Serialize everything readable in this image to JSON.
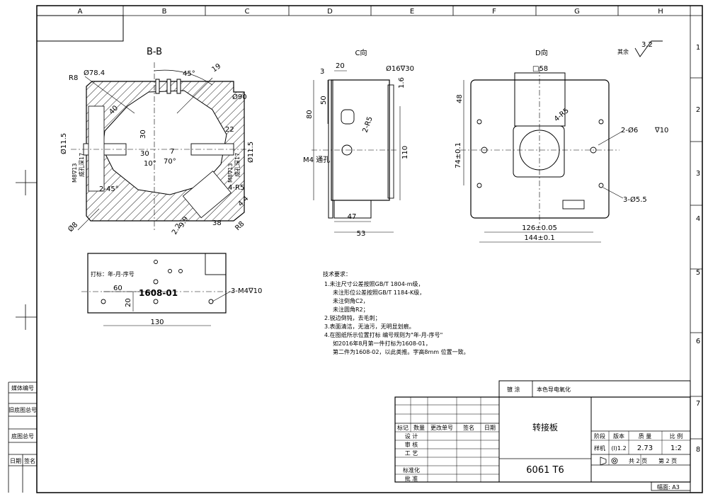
{
  "frame": {
    "columns": [
      "A",
      "B",
      "C",
      "D",
      "E",
      "F",
      "G",
      "H"
    ],
    "rows": [
      "1",
      "2",
      "3",
      "4",
      "5",
      "6",
      "7",
      "8"
    ]
  },
  "side_labels": [
    "媒体编号",
    "旧底图总号",
    "底图总号",
    "日期",
    "签名"
  ],
  "views": {
    "bb": {
      "title": "B-B",
      "labels": [
        "R8",
        "Ø78.4",
        "45°",
        "19",
        "Ø90",
        "40",
        "30",
        "10°",
        "70°",
        "7",
        "22",
        "30",
        "Ø11.5",
        "M8∇13",
        "成孔深17",
        "M8∇13",
        "成孔深17",
        "Ø11.5",
        "2-45°",
        "4-R5",
        "4.4",
        "Ø8",
        "9.9",
        "2.2",
        "38",
        "R8"
      ]
    },
    "c": {
      "title": "C向",
      "labels": [
        "3",
        "20",
        "Ø16∇30",
        "1.6",
        "80",
        "50",
        "2-R5",
        "M4 通孔",
        "110",
        "47",
        "53"
      ]
    },
    "d": {
      "title": "D向",
      "labels": [
        "□58",
        "48",
        "4-R5",
        "2-Ø6",
        "∇10",
        "74±0.1",
        "3-Ø5.5",
        "126±0.05",
        "144±0.1"
      ]
    },
    "bottom": {
      "mark_label": "打标：年-月-序号",
      "mark_text": "1608-01",
      "labels": [
        "60",
        "20",
        "3-M4∇10",
        "130"
      ]
    }
  },
  "roughness": {
    "value": "3.2",
    "note": "其余"
  },
  "notes": {
    "title": "技术要求：",
    "lines": [
      "1.未注尺寸公差按照GB/T 1804-m级，",
      "未注形位公差按照GB/T 1184-K级，",
      "未注倒角C2，",
      "未注圆角R2；",
      "2.锐边倒钝，去毛刺；",
      "3.表面清洁，无油污，无明显划痕。",
      "4.在图纸所示位置打标  编号规则为\"年-月-序号\"",
      "如2016年8月第一件打标为1608-01，",
      "第二件为1608-02，以此类推。字高8mm 位置一致。"
    ]
  },
  "title_block": {
    "coating_label": "镀  涂",
    "coating_value": "本色导电氧化",
    "part_name": "转接板",
    "material": "6061 T6",
    "headers": [
      "标记",
      "数量",
      "更改单号",
      "签名",
      "日期"
    ],
    "roles": [
      "设  计",
      "审  核",
      "工  艺",
      "标准化",
      "批  准"
    ],
    "grid_headers": [
      "阶段",
      "版本",
      "质  量",
      "比  例"
    ],
    "stage_label": "样机",
    "version": "(I)1.2",
    "mass": "2.73",
    "scale": "1:2",
    "sheet_total": "共 2 页",
    "sheet_no": "第 2 页",
    "format": "幅面: A3"
  }
}
